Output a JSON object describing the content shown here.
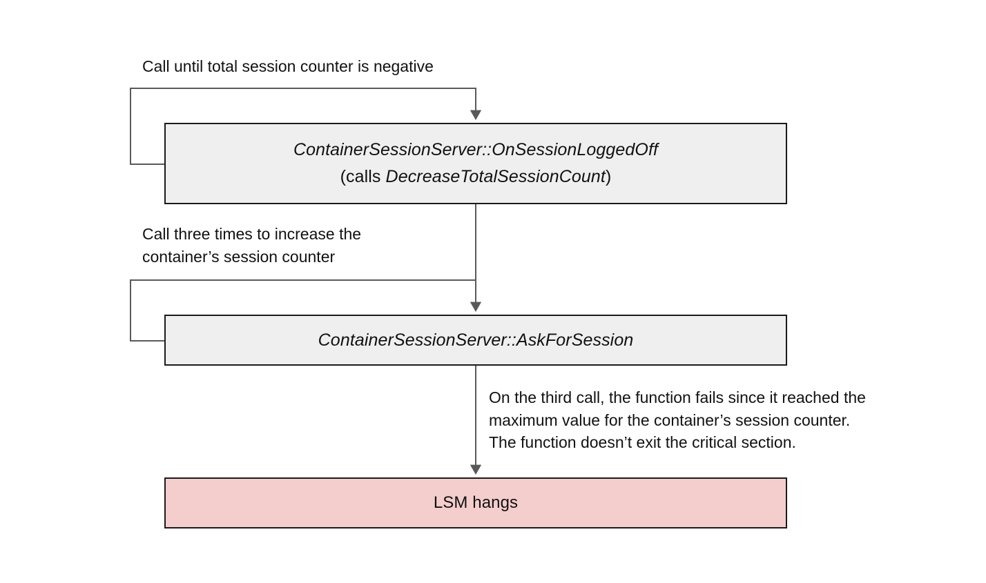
{
  "diagram": {
    "type": "flowchart",
    "title": "LSM hang call-sequence flow",
    "colors": {
      "process_fill": "#efefef",
      "error_fill": "#f4cdcd",
      "box_border": "#1a1a1a",
      "connector": "#595959",
      "text": "#111111",
      "background": "#ffffff"
    },
    "nodes": [
      {
        "id": "on-session-logged-off",
        "kind": "process",
        "fill": "#efefef",
        "lines": [
          {
            "text": "ContainerSessionServer::OnSessionLoggedOff",
            "style": "italic"
          },
          {
            "prefix": "(calls ",
            "emphasis": "DecreaseTotalSessionCount",
            "suffix": ")",
            "style": "mixed"
          }
        ]
      },
      {
        "id": "ask-for-session",
        "kind": "process",
        "fill": "#efefef",
        "lines": [
          {
            "text": "ContainerSessionServer::AskForSession",
            "style": "italic"
          }
        ]
      },
      {
        "id": "lsm-hangs",
        "kind": "terminal-error",
        "fill": "#f4cdcd",
        "lines": [
          {
            "text": "LSM hangs",
            "style": "plain"
          }
        ]
      }
    ],
    "annotations": [
      {
        "id": "call-until-negative",
        "text": "Call until total session counter is negative",
        "attached_to": "loop-on-session-logged-off"
      },
      {
        "id": "call-three-times",
        "text": "Call three times to increase the\ncontainer’s session counter",
        "attached_to": "loop-ask-for-session"
      },
      {
        "id": "third-call-fails",
        "text": "On the third call, the function fails since it reached the\nmaximum value for the container’s session counter.\nThe function doesn’t exit the critical section.",
        "attached_to": "edge-ask-for-session-to-lsm-hangs"
      }
    ],
    "edges": [
      {
        "id": "loop-on-session-logged-off",
        "from": "on-session-logged-off",
        "to": "on-session-logged-off",
        "kind": "self-loop",
        "arrow": "down"
      },
      {
        "id": "edge-logged-off-to-ask",
        "from": "on-session-logged-off",
        "to": "ask-for-session",
        "kind": "straight",
        "arrow": "down"
      },
      {
        "id": "loop-ask-for-session",
        "from": "ask-for-session",
        "to": "ask-for-session",
        "kind": "self-loop",
        "arrow": "down"
      },
      {
        "id": "edge-ask-to-hangs",
        "from": "ask-for-session",
        "to": "lsm-hangs",
        "kind": "straight",
        "arrow": "down"
      }
    ]
  }
}
